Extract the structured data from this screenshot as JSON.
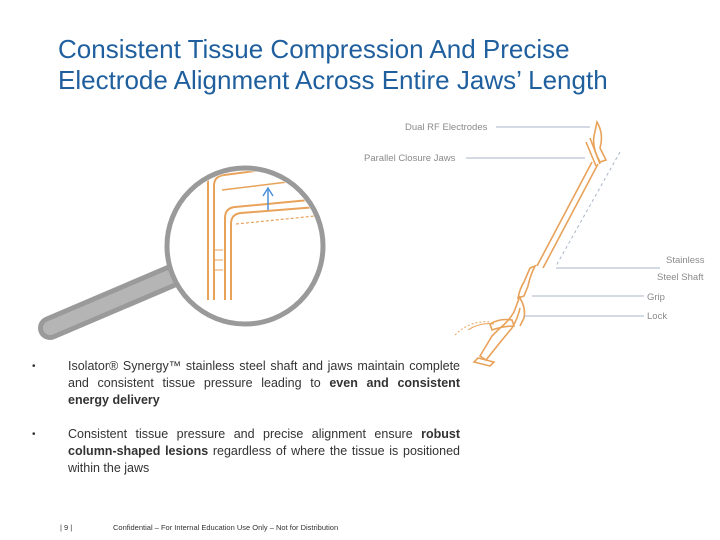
{
  "title": {
    "line1": "Consistent Tissue Compression And Precise",
    "line2": "Electrode Alignment Across Entire Jaws’ Length"
  },
  "figure": {
    "labels": {
      "dual_rf": "Dual RF Electrodes",
      "parallel_jaws": "Parallel Closure Jaws",
      "stainless": "Stainless",
      "steel_shaft": "Steel Shaft",
      "grip": "Grip",
      "lock": "Lock"
    },
    "colors": {
      "instrument": "#e8a25a",
      "magnifier": "#9a9a9a",
      "arrow": "#4a90d9",
      "callout_line": "#a9b6c8"
    }
  },
  "bullets": [
    {
      "marker": "•",
      "pre": "Isolator® Synergy™ stainless steel shaft and jaws maintain complete and consistent tissue pressure leading to ",
      "bold": "even and consistent energy delivery",
      "post": ""
    },
    {
      "marker": "•",
      "pre": "Consistent tissue pressure and precise alignment ensure ",
      "bold": "robust column-shaped lesions",
      "post": " regardless of where the tissue is positioned within the jaws"
    }
  ],
  "footer": {
    "page": "| 9 |",
    "confidential": "Confidential – For Internal Education Use Only – Not for Distribution"
  }
}
